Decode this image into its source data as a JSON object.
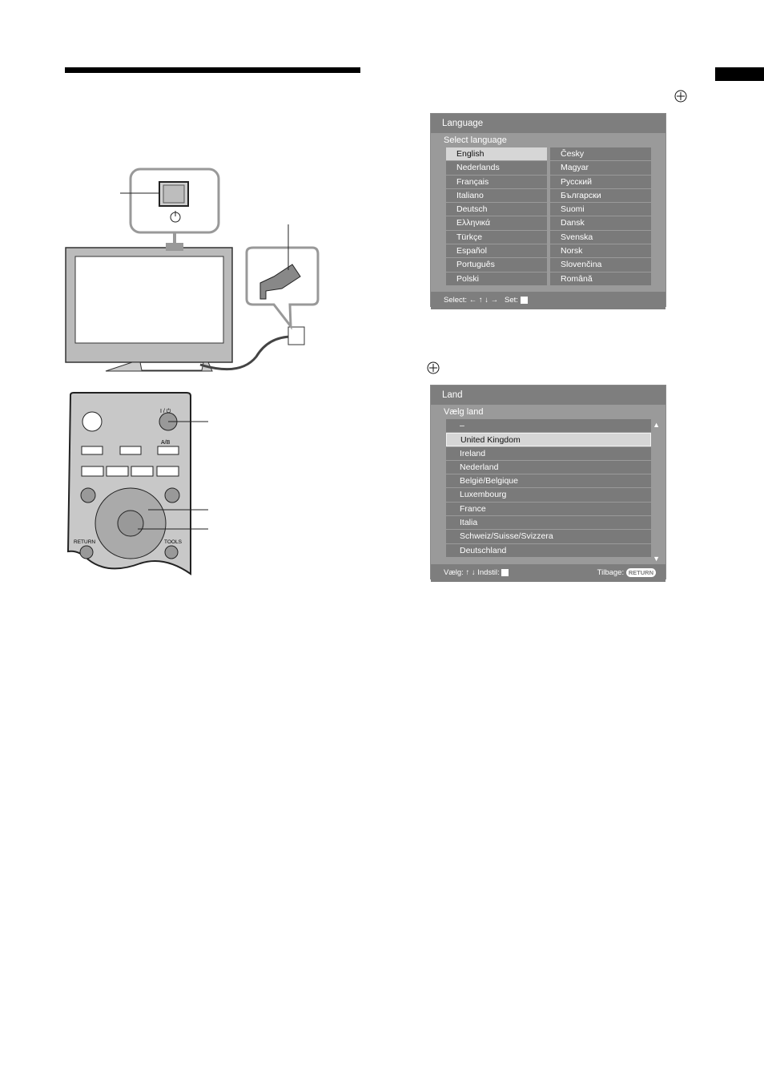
{
  "language_menu": {
    "title": "Language",
    "subtitle": "Select language",
    "left_col": [
      "English",
      "Nederlands",
      "Français",
      "Italiano",
      "Deutsch",
      "Ελληνικά",
      "Türkçe",
      "Español",
      "Português",
      "Polski"
    ],
    "right_col": [
      "Česky",
      "Magyar",
      "Русский",
      "Български",
      "Suomi",
      "Dansk",
      "Svenska",
      "Norsk",
      "Slovenčina",
      "Română"
    ],
    "selected": "English",
    "footer_select": "Select:",
    "footer_arrows": "← ↑ ↓ →",
    "footer_set": "Set:"
  },
  "country_menu": {
    "title": "Land",
    "subtitle": "Vælg land",
    "items": [
      "–",
      "United Kingdom",
      "Ireland",
      "Nederland",
      "België/Belgique",
      "Luxembourg",
      "France",
      "Italia",
      "Schweiz/Suisse/Svizzera",
      "Deutschland"
    ],
    "selected": "United Kingdom",
    "footer_select": "Vælg:",
    "footer_arrows": "↑ ↓",
    "footer_set": "Indstil:",
    "footer_back": "Tilbage:",
    "return_badge": "RETURN"
  },
  "remote": {
    "power_label": "I / ⏻",
    "ab_label": "A/B",
    "return_label": "RETURN",
    "tools_label": "TOOLS"
  },
  "colors": {
    "menu_header": "#7e7e7e",
    "menu_body": "#9a9a9a",
    "row": "#7a7a7a",
    "row_selected": "#d6d6d6"
  }
}
